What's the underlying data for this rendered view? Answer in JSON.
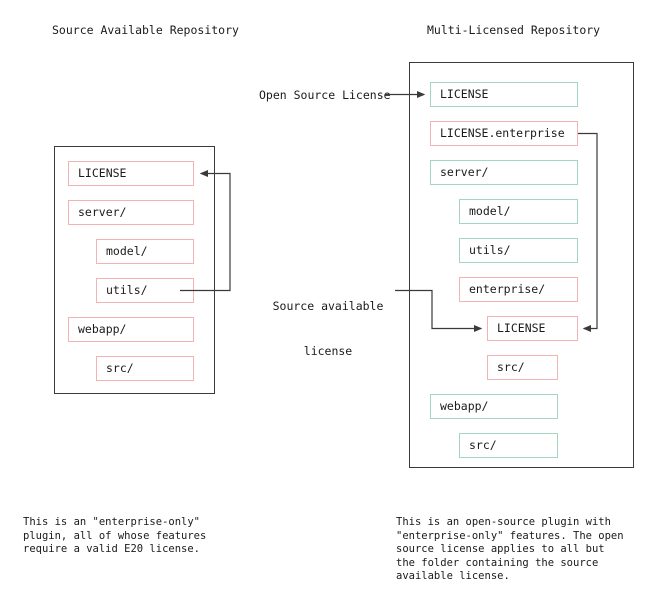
{
  "diagram": {
    "titles": {
      "left": "Source Available Repository",
      "right": "Multi-Licensed Repository"
    },
    "annotations": {
      "open_source_license": "Open Source License",
      "source_available_license_line1": "Source available",
      "source_available_license_line2": "license"
    },
    "captions": {
      "left": "This is an \"enterprise-only\"\nplugin, all of whose features\nrequire a valid E20 license.",
      "right": "This is an open-source plugin with\n\"enterprise-only\" features. The open\nsource license applies to all but\nthe folder containing the source\navailable license."
    },
    "colors": {
      "source_available": "#f3b3b3",
      "open_source": "#a3d5bf",
      "outline": "#3a3a3a",
      "connector": "#3a3a3a",
      "text": "#1a1a1a",
      "background": "#ffffff"
    },
    "left_repo": {
      "nodes": [
        {
          "label": "LICENSE",
          "license": "source-available",
          "indent": 0
        },
        {
          "label": "server/",
          "license": "source-available",
          "indent": 0
        },
        {
          "label": "model/",
          "license": "source-available",
          "indent": 1
        },
        {
          "label": "utils/",
          "license": "source-available",
          "indent": 1
        },
        {
          "label": "webapp/",
          "license": "source-available",
          "indent": 0
        },
        {
          "label": "src/",
          "license": "source-available",
          "indent": 1
        }
      ]
    },
    "right_repo": {
      "nodes": [
        {
          "label": "LICENSE",
          "license": "open-source",
          "indent": 0
        },
        {
          "label": "LICENSE.enterprise",
          "license": "source-available",
          "indent": 0
        },
        {
          "label": "server/",
          "license": "open-source",
          "indent": 0
        },
        {
          "label": "model/",
          "license": "open-source",
          "indent": 1
        },
        {
          "label": "utils/",
          "license": "open-source",
          "indent": 1
        },
        {
          "label": "enterprise/",
          "license": "source-available",
          "indent": 1
        },
        {
          "label": "LICENSE",
          "license": "source-available",
          "indent": 2
        },
        {
          "label": "src/",
          "license": "source-available",
          "indent": 2
        },
        {
          "label": "webapp/",
          "license": "open-source",
          "indent": 0
        },
        {
          "label": "src/",
          "license": "open-source",
          "indent": 1
        }
      ]
    }
  }
}
